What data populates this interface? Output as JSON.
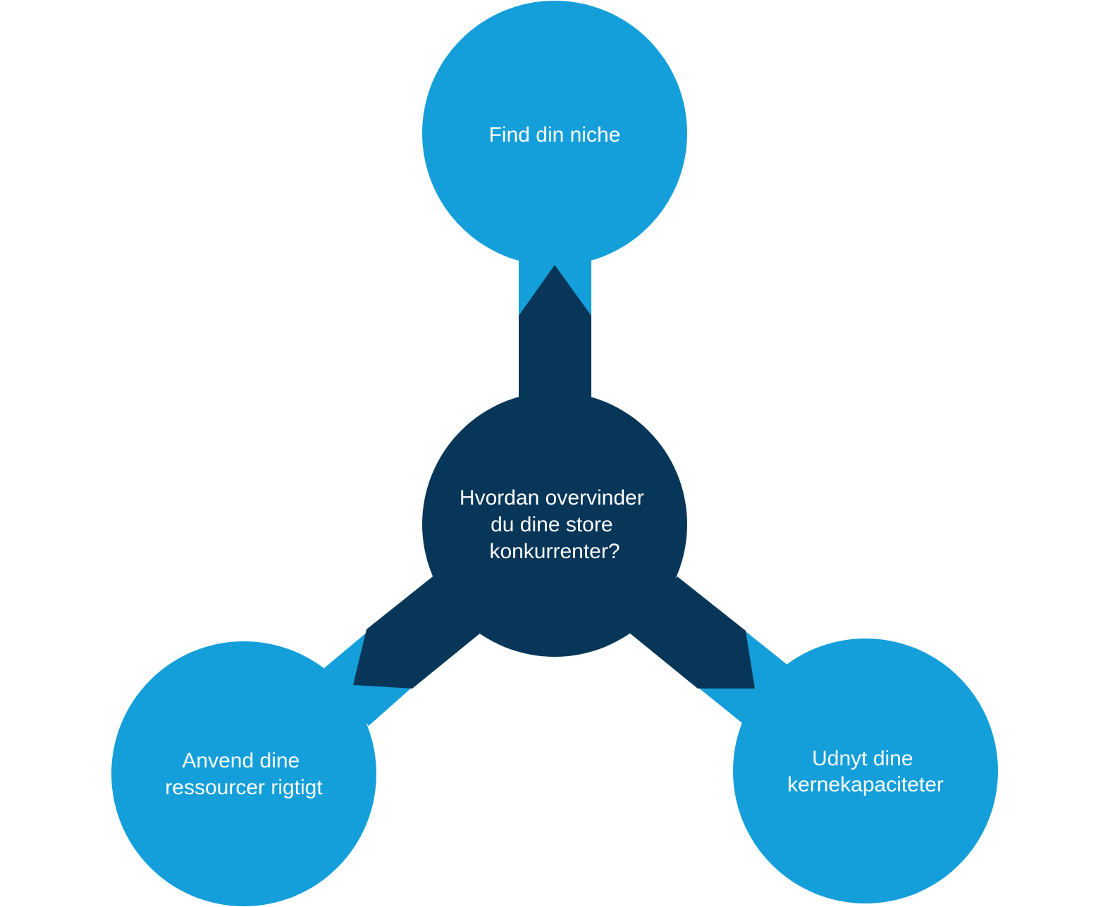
{
  "colors": {
    "outer": "#149FDA",
    "center": "#073659",
    "text": "#FFFFFF",
    "background": "#FFFFFF"
  },
  "center": {
    "lines": [
      "Hvordan overvinder",
      "du dine store",
      "konkurrenter?"
    ]
  },
  "nodes": {
    "top": {
      "lines": [
        "Find din niche"
      ]
    },
    "left": {
      "lines": [
        "Anvend dine",
        "ressourcer rigtigt"
      ]
    },
    "right": {
      "lines": [
        "Udnyt dine",
        "kernekapaciteter"
      ]
    }
  }
}
